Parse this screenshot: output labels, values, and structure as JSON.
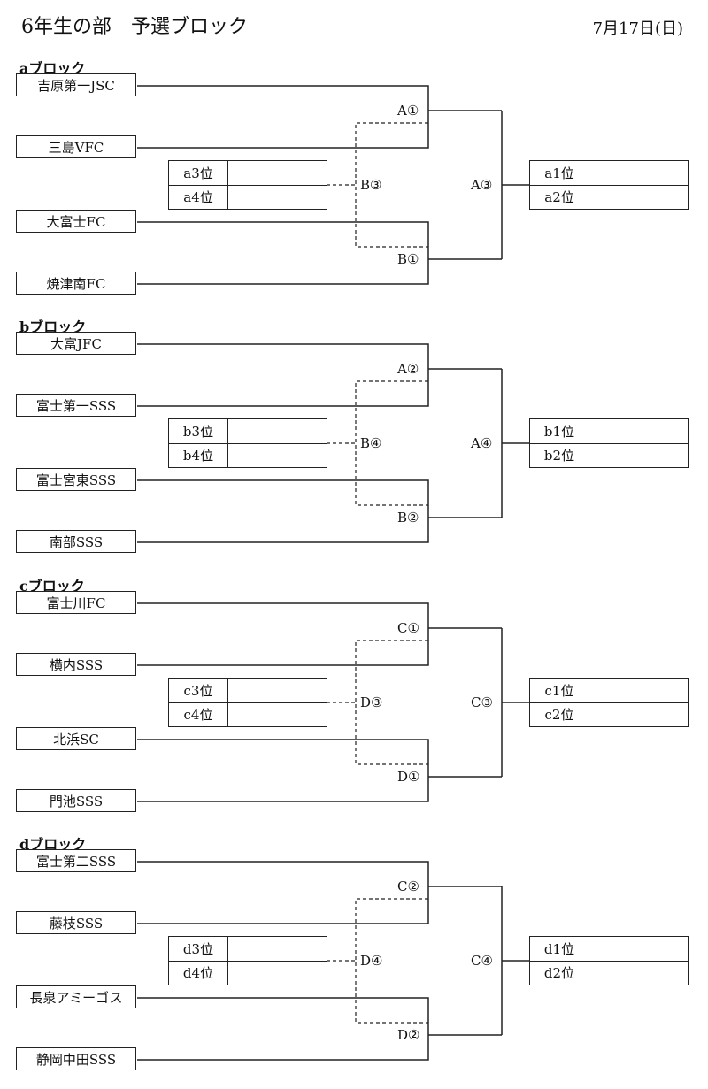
{
  "header": {
    "title": "6年生の部　予選ブロック",
    "date": "7月17日(日)"
  },
  "blocks": [
    {
      "label": "aブロック",
      "teams": [
        "吉原第一JSC",
        "三島VFC",
        "大富士FC",
        "焼津南FC"
      ],
      "matches": {
        "top": "A①",
        "bottom": "B①",
        "mid": "B③",
        "right": "A③"
      },
      "lower_ranks": [
        "a3位",
        "a4位"
      ],
      "upper_ranks": [
        "a1位",
        "a2位"
      ]
    },
    {
      "label": "bブロック",
      "teams": [
        "大富JFC",
        "富士第一SSS",
        "富士宮東SSS",
        "南部SSS"
      ],
      "matches": {
        "top": "A②",
        "bottom": "B②",
        "mid": "B④",
        "right": "A④"
      },
      "lower_ranks": [
        "b3位",
        "b4位"
      ],
      "upper_ranks": [
        "b1位",
        "b2位"
      ]
    },
    {
      "label": "cブロック",
      "teams": [
        "富士川FC",
        "横内SSS",
        "北浜SC",
        "門池SSS"
      ],
      "matches": {
        "top": "C①",
        "bottom": "D①",
        "mid": "D③",
        "right": "C③"
      },
      "lower_ranks": [
        "c3位",
        "c4位"
      ],
      "upper_ranks": [
        "c1位",
        "c2位"
      ]
    },
    {
      "label": "dブロック",
      "teams": [
        "富士第二SSS",
        "藤枝SSS",
        "長泉アミーゴス",
        "静岡中田SSS"
      ],
      "matches": {
        "top": "C②",
        "bottom": "D②",
        "mid": "D④",
        "right": "C④"
      },
      "lower_ranks": [
        "d3位",
        "d4位"
      ],
      "upper_ranks": [
        "d1位",
        "d2位"
      ]
    }
  ]
}
